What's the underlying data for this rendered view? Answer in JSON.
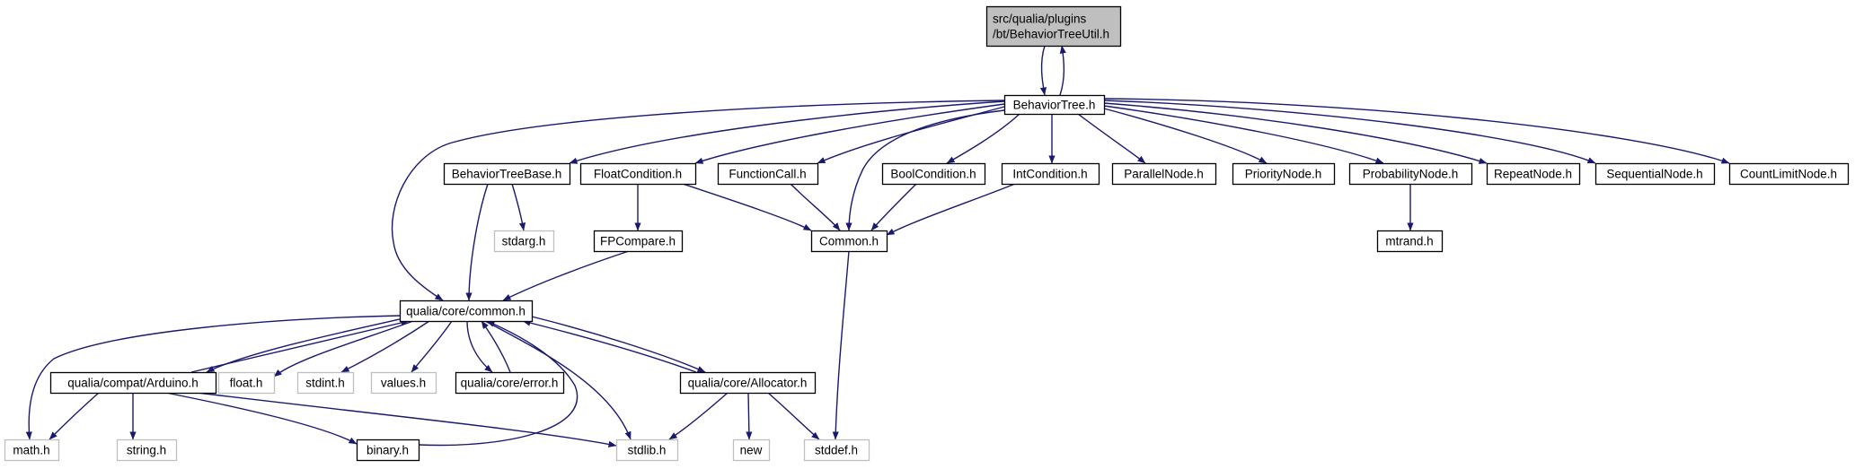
{
  "colors": {
    "edge": "#191970",
    "border": "#000000",
    "external_border": "#bfbfbf",
    "root_fill": "#bfbfbf",
    "fill": "#ffffff"
  },
  "nodes": [
    {
      "id": "root",
      "lines": [
        "src/qualia/plugins",
        "/bt/BehaviorTreeUtil.h"
      ],
      "kind": "root"
    },
    {
      "id": "bt",
      "lines": [
        "BehaviorTree.h"
      ],
      "kind": "file"
    },
    {
      "id": "btbase",
      "lines": [
        "BehaviorTreeBase.h"
      ],
      "kind": "file"
    },
    {
      "id": "floatcond",
      "lines": [
        "FloatCondition.h"
      ],
      "kind": "file"
    },
    {
      "id": "funccall",
      "lines": [
        "FunctionCall.h"
      ],
      "kind": "file"
    },
    {
      "id": "boolcond",
      "lines": [
        "BoolCondition.h"
      ],
      "kind": "file"
    },
    {
      "id": "intcond",
      "lines": [
        "IntCondition.h"
      ],
      "kind": "file"
    },
    {
      "id": "parallel",
      "lines": [
        "ParallelNode.h"
      ],
      "kind": "file"
    },
    {
      "id": "priority",
      "lines": [
        "PriorityNode.h"
      ],
      "kind": "file"
    },
    {
      "id": "probability",
      "lines": [
        "ProbabilityNode.h"
      ],
      "kind": "file"
    },
    {
      "id": "repeat",
      "lines": [
        "RepeatNode.h"
      ],
      "kind": "file"
    },
    {
      "id": "sequential",
      "lines": [
        "SequentialNode.h"
      ],
      "kind": "file"
    },
    {
      "id": "countlimit",
      "lines": [
        "CountLimitNode.h"
      ],
      "kind": "file"
    },
    {
      "id": "stdarg",
      "lines": [
        "stdarg.h"
      ],
      "kind": "external"
    },
    {
      "id": "fpcompare",
      "lines": [
        "FPCompare.h"
      ],
      "kind": "file"
    },
    {
      "id": "common",
      "lines": [
        "Common.h"
      ],
      "kind": "file"
    },
    {
      "id": "mtrand",
      "lines": [
        "mtrand.h"
      ],
      "kind": "file"
    },
    {
      "id": "qcommon",
      "lines": [
        "qualia/core/common.h"
      ],
      "kind": "file"
    },
    {
      "id": "arduino",
      "lines": [
        "qualia/compat/Arduino.h"
      ],
      "kind": "file"
    },
    {
      "id": "floath",
      "lines": [
        "float.h"
      ],
      "kind": "external"
    },
    {
      "id": "stdint",
      "lines": [
        "stdint.h"
      ],
      "kind": "external"
    },
    {
      "id": "values",
      "lines": [
        "values.h"
      ],
      "kind": "external"
    },
    {
      "id": "error",
      "lines": [
        "qualia/core/error.h"
      ],
      "kind": "file"
    },
    {
      "id": "allocator",
      "lines": [
        "qualia/core/Allocator.h"
      ],
      "kind": "file"
    },
    {
      "id": "math",
      "lines": [
        "math.h"
      ],
      "kind": "external"
    },
    {
      "id": "string",
      "lines": [
        "string.h"
      ],
      "kind": "external"
    },
    {
      "id": "binary",
      "lines": [
        "binary.h"
      ],
      "kind": "file"
    },
    {
      "id": "stdlib",
      "lines": [
        "stdlib.h"
      ],
      "kind": "external"
    },
    {
      "id": "new",
      "lines": [
        "new"
      ],
      "kind": "external"
    },
    {
      "id": "stddef",
      "lines": [
        "stddef.h"
      ],
      "kind": "external"
    }
  ],
  "edges": [
    {
      "from": "root",
      "to": "bt"
    },
    {
      "from": "bt",
      "to": "root"
    },
    {
      "from": "bt",
      "to": "qcommon"
    },
    {
      "from": "bt",
      "to": "btbase"
    },
    {
      "from": "bt",
      "to": "floatcond"
    },
    {
      "from": "bt",
      "to": "funccall"
    },
    {
      "from": "bt",
      "to": "common"
    },
    {
      "from": "bt",
      "to": "boolcond"
    },
    {
      "from": "bt",
      "to": "intcond"
    },
    {
      "from": "bt",
      "to": "parallel"
    },
    {
      "from": "bt",
      "to": "priority"
    },
    {
      "from": "bt",
      "to": "probability"
    },
    {
      "from": "bt",
      "to": "repeat"
    },
    {
      "from": "bt",
      "to": "sequential"
    },
    {
      "from": "bt",
      "to": "countlimit"
    },
    {
      "from": "btbase",
      "to": "qcommon"
    },
    {
      "from": "btbase",
      "to": "stdarg"
    },
    {
      "from": "floatcond",
      "to": "fpcompare"
    },
    {
      "from": "floatcond",
      "to": "common"
    },
    {
      "from": "funccall",
      "to": "common"
    },
    {
      "from": "boolcond",
      "to": "common"
    },
    {
      "from": "intcond",
      "to": "common"
    },
    {
      "from": "probability",
      "to": "mtrand"
    },
    {
      "from": "fpcompare",
      "to": "qcommon"
    },
    {
      "from": "common",
      "to": "stddef"
    },
    {
      "from": "qcommon",
      "to": "math"
    },
    {
      "from": "qcommon",
      "to": "arduino"
    },
    {
      "from": "arduino",
      "to": "qcommon"
    },
    {
      "from": "qcommon",
      "to": "floath"
    },
    {
      "from": "qcommon",
      "to": "stdint"
    },
    {
      "from": "qcommon",
      "to": "values"
    },
    {
      "from": "qcommon",
      "to": "error"
    },
    {
      "from": "error",
      "to": "qcommon"
    },
    {
      "from": "qcommon",
      "to": "allocator"
    },
    {
      "from": "allocator",
      "to": "qcommon"
    },
    {
      "from": "qcommon",
      "to": "stdlib"
    },
    {
      "from": "binary",
      "to": "qcommon"
    },
    {
      "from": "arduino",
      "to": "math"
    },
    {
      "from": "arduino",
      "to": "string"
    },
    {
      "from": "arduino",
      "to": "binary"
    },
    {
      "from": "arduino",
      "to": "stdlib"
    },
    {
      "from": "allocator",
      "to": "stdlib"
    },
    {
      "from": "allocator",
      "to": "new"
    },
    {
      "from": "allocator",
      "to": "stddef"
    }
  ]
}
